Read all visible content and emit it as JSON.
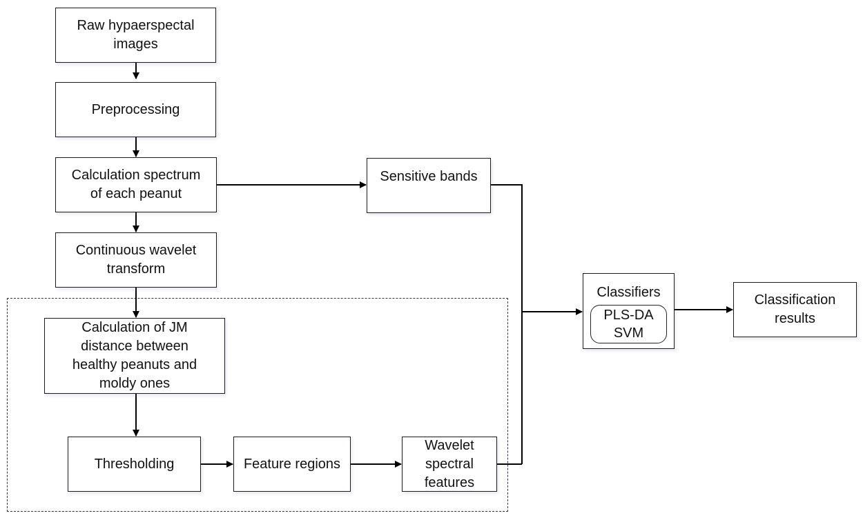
{
  "diagram": {
    "nodes": {
      "raw_images": "Raw hypaerspectal\nimages",
      "preprocessing": "Preprocessing",
      "calc_spectrum": "Calculation spectrum\nof each peanut",
      "cwt": "Continuous wavelet\ntransform",
      "jm_distance": "Calculation of JM\ndistance between\nhealthy peanuts and\nmoldy ones",
      "thresholding": "Thresholding",
      "feature_regions": "Feature regions",
      "wavelet_features": "Wavelet\nspectral\nfeatures",
      "sensitive_bands": "Sensitive bands",
      "classifiers_title": "Classifiers",
      "classifiers_methods": "PLS-DA\nSVM",
      "classification_results": "Classification\nresults"
    },
    "edges": [
      [
        "raw_images",
        "preprocessing"
      ],
      [
        "preprocessing",
        "calc_spectrum"
      ],
      [
        "calc_spectrum",
        "cwt"
      ],
      [
        "calc_spectrum",
        "sensitive_bands"
      ],
      [
        "cwt",
        "jm_distance"
      ],
      [
        "jm_distance",
        "thresholding"
      ],
      [
        "thresholding",
        "feature_regions"
      ],
      [
        "feature_regions",
        "wavelet_features"
      ],
      [
        "sensitive_bands",
        "classifiers"
      ],
      [
        "wavelet_features",
        "classifiers"
      ],
      [
        "classifiers",
        "classification_results"
      ]
    ]
  }
}
